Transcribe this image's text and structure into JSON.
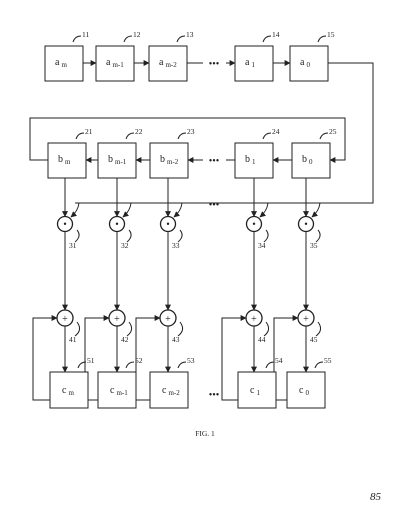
{
  "figure": {
    "caption": "FIG. 1",
    "page_number": "85",
    "continuation": "•••"
  },
  "register_a": {
    "cells": [
      {
        "ref": "11",
        "base": "a",
        "index": "m"
      },
      {
        "ref": "12",
        "base": "a",
        "index": "m-1"
      },
      {
        "ref": "13",
        "base": "a",
        "index": "m-2"
      },
      {
        "ref": "14",
        "base": "a",
        "index": "1"
      },
      {
        "ref": "15",
        "base": "a",
        "index": "0"
      }
    ]
  },
  "register_b": {
    "cells": [
      {
        "ref": "21",
        "base": "b",
        "index": "m"
      },
      {
        "ref": "22",
        "base": "b",
        "index": "m-1"
      },
      {
        "ref": "23",
        "base": "b",
        "index": "m-2"
      },
      {
        "ref": "24",
        "base": "b",
        "index": "1"
      },
      {
        "ref": "25",
        "base": "b",
        "index": "0"
      }
    ]
  },
  "multipliers": {
    "symbol": "•",
    "refs": [
      "31",
      "32",
      "33",
      "34",
      "35"
    ]
  },
  "adders": {
    "symbol": "+",
    "refs": [
      "41",
      "42",
      "43",
      "44",
      "45"
    ]
  },
  "register_c": {
    "cells": [
      {
        "ref": "51",
        "base": "c",
        "index": "m"
      },
      {
        "ref": "52",
        "base": "c",
        "index": "m-1"
      },
      {
        "ref": "53",
        "base": "c",
        "index": "m-2"
      },
      {
        "ref": "54",
        "base": "c",
        "index": "1"
      },
      {
        "ref": "55",
        "base": "c",
        "index": "0"
      }
    ]
  }
}
